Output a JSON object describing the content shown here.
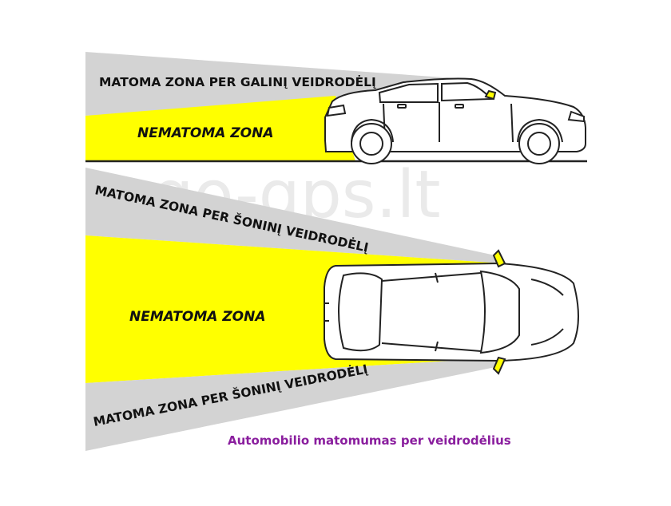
{
  "watermark": "rego-gps.lt",
  "side_view": {
    "visible_zone_label": "MATOMA ZONA PER GALINĮ VEIDRODĖLĮ",
    "blind_zone_label": "NEMATOMA ZONA"
  },
  "top_view": {
    "visible_zone_upper_label": "MATOMA ZONA PER ŠONINĮ VEIDRODĖLĮ",
    "blind_zone_label": "NEMATOMA ZONA",
    "visible_zone_lower_label": "MATOMA ZONA PER ŠONINĮ VEIDRODĖLĮ"
  },
  "caption": "Automobilio matomumas per veidrodėlius",
  "colors": {
    "visible_zone": "#d3d3d3",
    "blind_zone": "#ffff00",
    "caption": "#8a1e9e",
    "outline": "#222222"
  }
}
